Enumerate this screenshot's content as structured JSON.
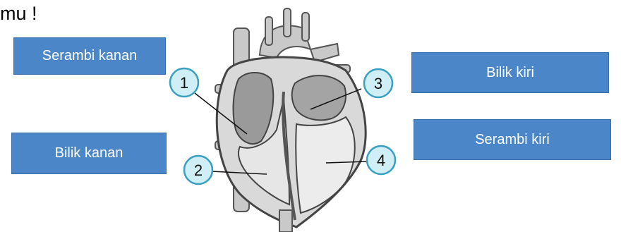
{
  "instruction": {
    "text": "mu !"
  },
  "labels": {
    "serambi_kanan": "Serambi kanan",
    "bilik_kanan": "Bilik kanan",
    "bilik_kiri": "Bilik kiri",
    "serambi_kiri": "Serambi kiri"
  },
  "diagram": {
    "markers": [
      "1",
      "2",
      "3",
      "4"
    ]
  },
  "colors": {
    "label_box": "#4a86c8",
    "marker_fill": "#cfeef5",
    "marker_stroke": "#3aa0c0"
  }
}
